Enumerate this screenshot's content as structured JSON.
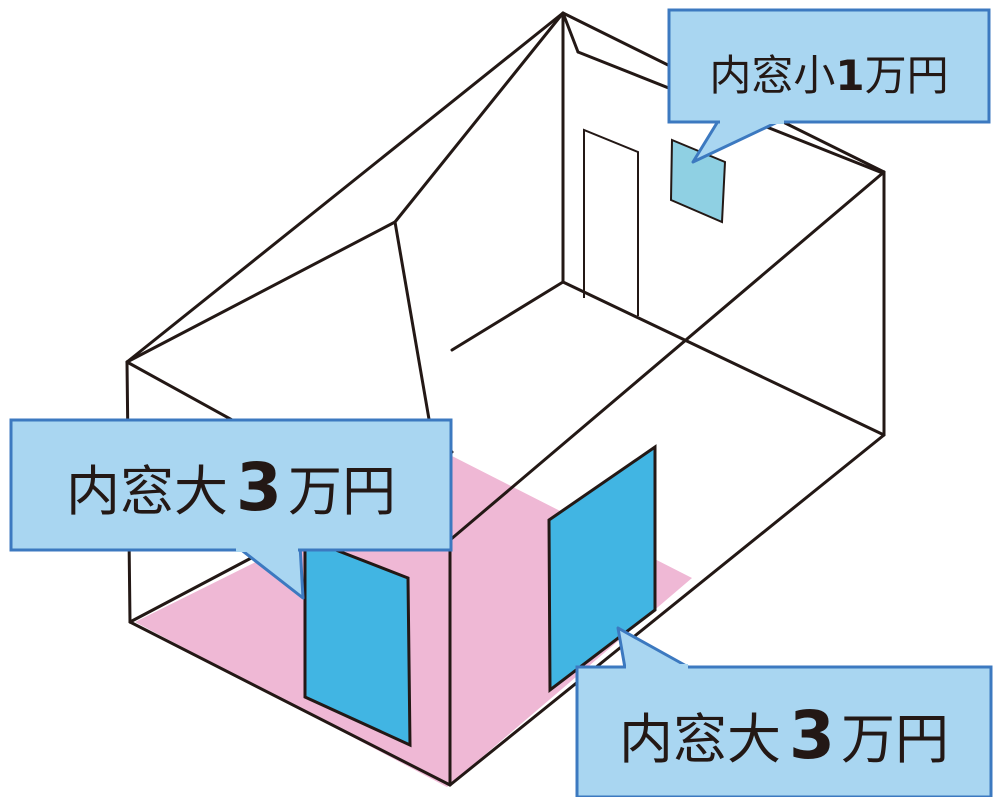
{
  "callouts": {
    "small_window": {
      "text": "内窓小",
      "price": "1",
      "unit": "万円"
    },
    "large_window_left": {
      "text": "内窓大",
      "price": "3",
      "unit": "万円"
    },
    "large_window_right": {
      "text": "内窓大",
      "price": "3",
      "unit": "万円"
    }
  },
  "colors": {
    "floor": "#efb8d5",
    "window_large": "#41b5e3",
    "window_small": "#8fd0e3",
    "callout_fill": "#a9d6f1",
    "callout_stroke": "#3c79c0",
    "outline": "#231815"
  }
}
